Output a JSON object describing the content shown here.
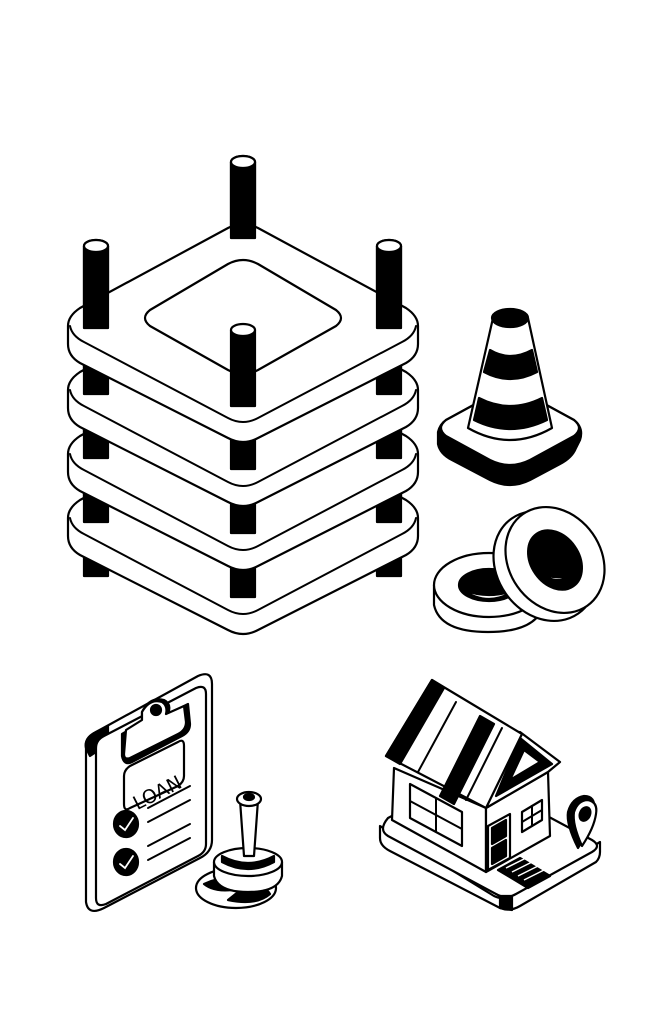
{
  "illustration": {
    "style": "isometric black-and-white line art",
    "background": "#ffffff",
    "ink": "#000000",
    "objects": [
      {
        "name": "stacked-pallets",
        "description": "four stacked rounded square slabs pierced by four black posts"
      },
      {
        "name": "traffic-cone",
        "description": "striped traffic cone on black-edged square base"
      },
      {
        "name": "tires",
        "description": "two ring tires, one leaning on the other"
      },
      {
        "name": "loan-clipboard",
        "description": "clipboard document with two checked items"
      },
      {
        "name": "stamp",
        "description": "rubber stamp on striped ink pad"
      },
      {
        "name": "house",
        "description": "house with striped roof on base plate with location pin"
      }
    ]
  },
  "clipboard": {
    "label": "LOAN"
  }
}
